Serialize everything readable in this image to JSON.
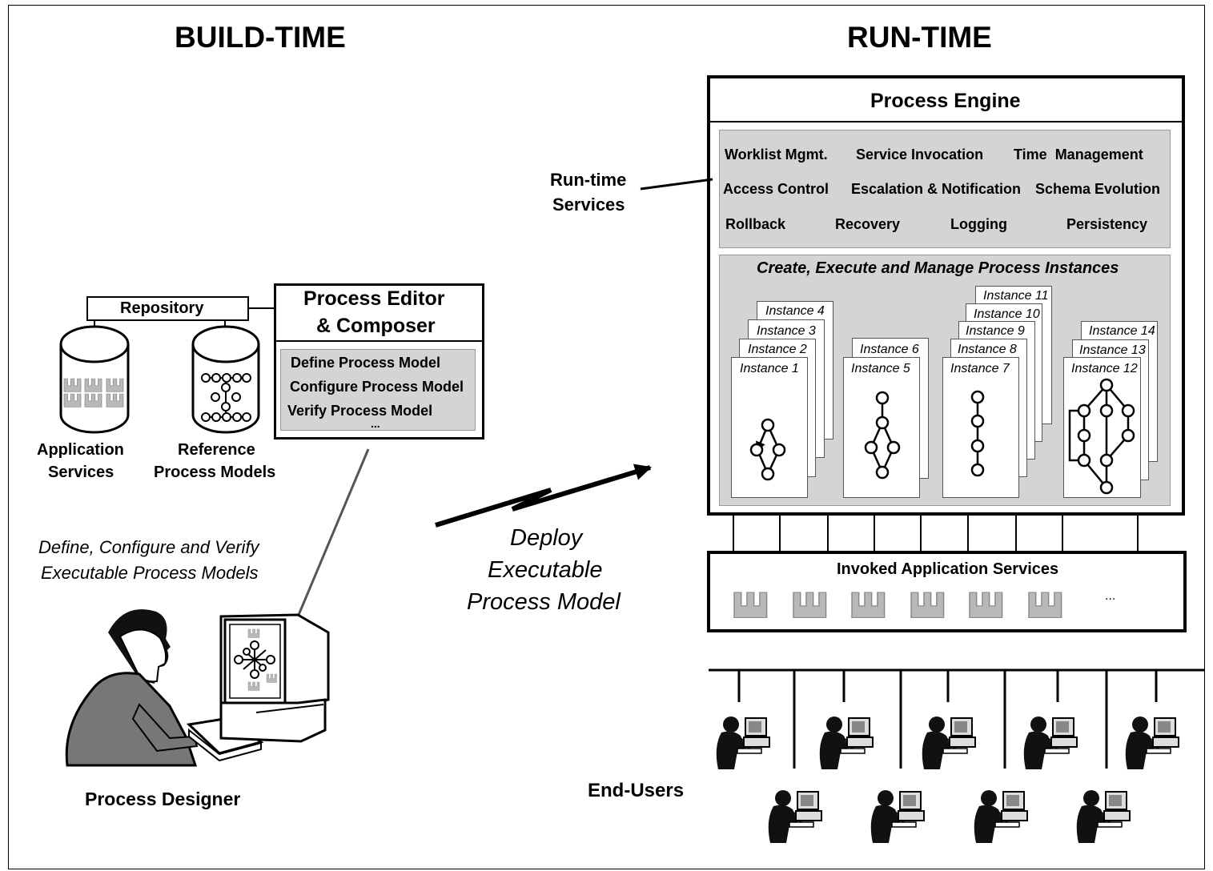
{
  "headings": {
    "build_time": "BUILD-TIME",
    "run_time": "RUN-TIME"
  },
  "build": {
    "repository": "Repository",
    "editor_title_1": "Process Editor",
    "editor_title_2": "& Composer",
    "editor_items": [
      "Define Process Model",
      "Configure Process Model",
      "Verify Process Model"
    ],
    "editor_ellipsis": "...",
    "app_services_1": "Application",
    "app_services_2": "Services",
    "ref_models_1": "Reference",
    "ref_models_2": "Process Models",
    "caption_1": "Define, Configure and Verify",
    "caption_2": "Executable Process Models",
    "designer": "Process Designer"
  },
  "deploy": {
    "line1": "Deploy",
    "line2": "Executable",
    "line3": "Process Model"
  },
  "runtime": {
    "engine_title": "Process Engine",
    "services_label_1": "Run-time",
    "services_label_2": "Services",
    "services_rows": [
      [
        "Worklist Mgmt.",
        "Service Invocation",
        "Time  Management"
      ],
      [
        "Access Control",
        "Escalation & Notification",
        "Schema Evolution"
      ],
      [
        "Rollback",
        "Recovery",
        "Logging",
        "Persistency"
      ]
    ],
    "instances_title": "Create, Execute and Manage Process Instances",
    "instances": [
      "Instance 1",
      "Instance 2",
      "Instance 3",
      "Instance 4",
      "Instance 5",
      "Instance 6",
      "Instance 7",
      "Instance 8",
      "Instance 9",
      "Instance 10",
      "Instance 11",
      "Instance 12",
      "Instance 13",
      "Instance 14"
    ],
    "invoked_title": "Invoked Application Services",
    "invoked_ellipsis": "...",
    "end_users": "End-Users"
  }
}
